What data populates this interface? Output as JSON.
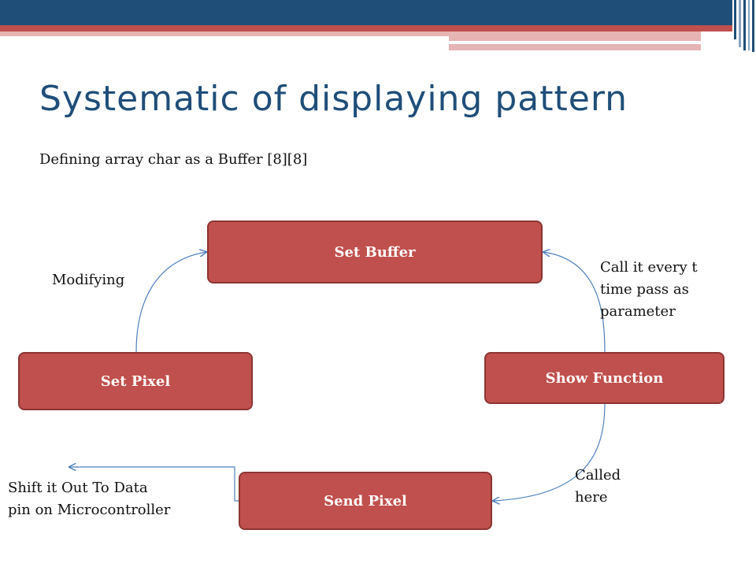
{
  "slide": {
    "title": "Systematic of displaying pattern",
    "subtitle": "Defining array char as a Buffer [8][8]"
  },
  "nodes": {
    "set_buffer": "Set Buffer",
    "set_pixel": "Set Pixel",
    "show_function": "Show Function",
    "send_pixel": "Send Pixel"
  },
  "edge_labels": {
    "modifying": "Modifying",
    "call_every": "Call it every t\ntime pass as\nparameter",
    "called_here": "Called\nhere",
    "shift_out": "Shift it Out To  Data\npin on Microcontroller"
  },
  "colors": {
    "title": "#1f4e79",
    "node_fill": "#c0504d",
    "node_border": "#8c3533",
    "arrow": "#4f81bd",
    "header_navy": "#1f4e79",
    "header_red": "#c0504d"
  }
}
